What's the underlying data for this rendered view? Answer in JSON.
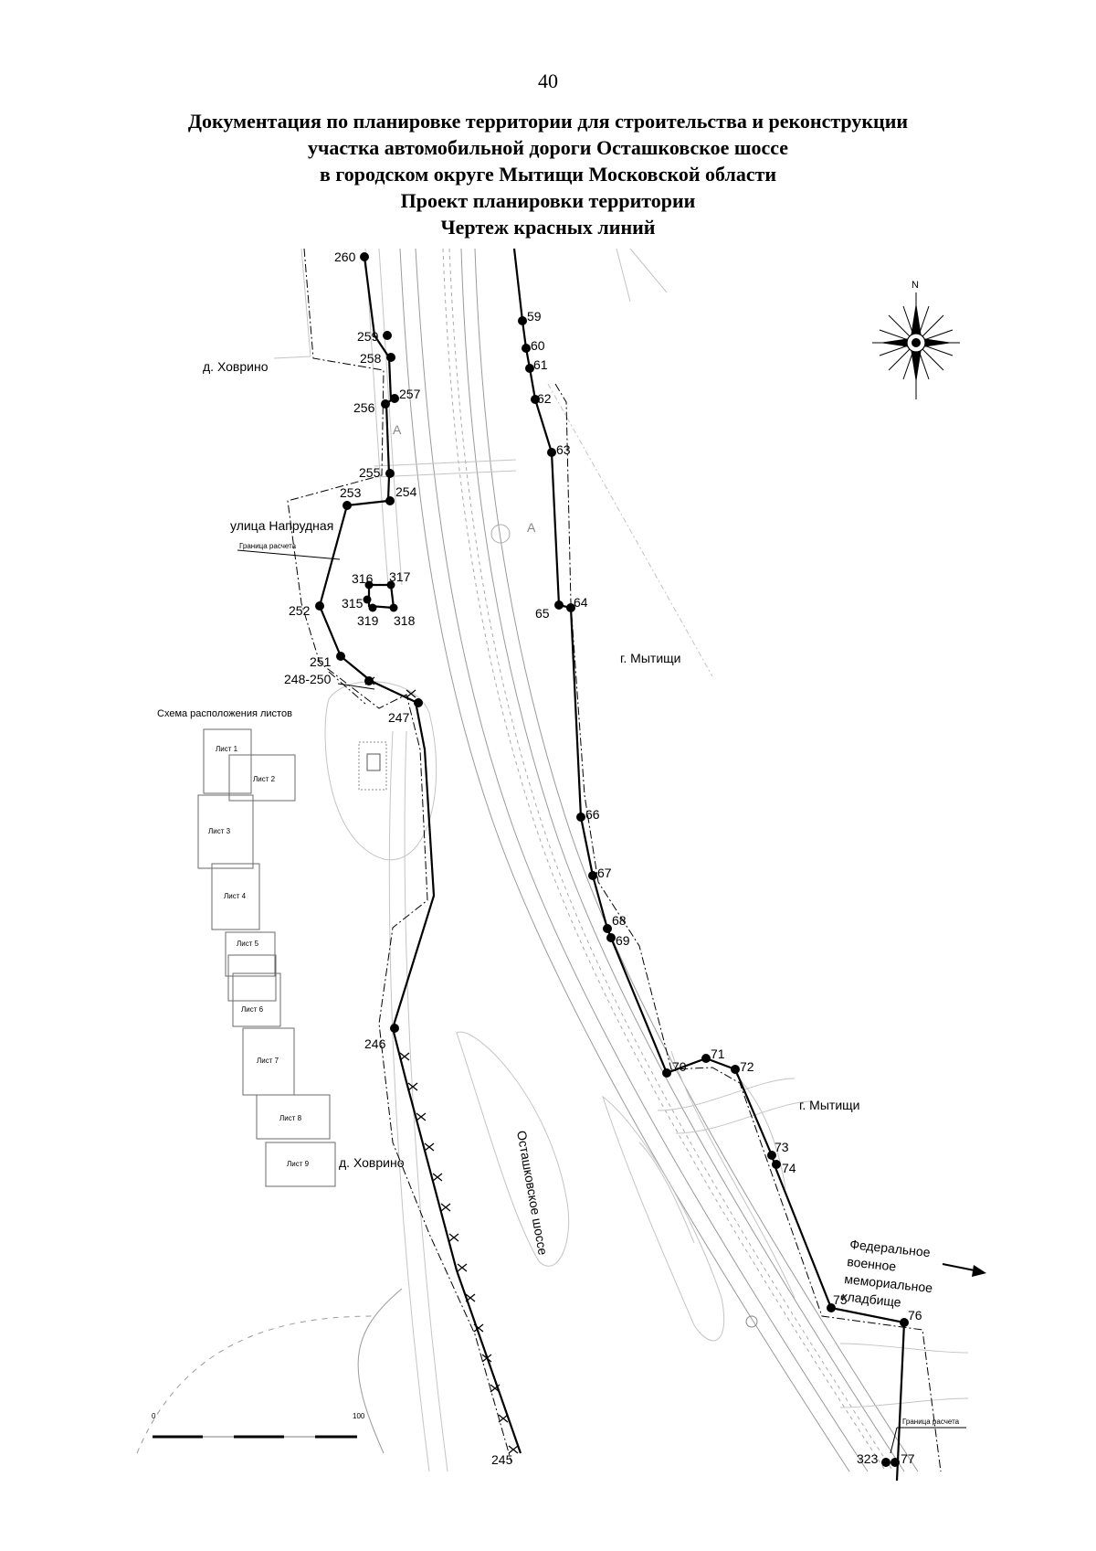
{
  "page_number": "40",
  "title_lines": [
    "Документация по планировке территории для строительства и реконструкции",
    "участка автомобильной дороги Осташковское шоссе",
    "в городском округе Мытищи Московской области",
    "Проект планировки территории",
    "Чертеж красных линий"
  ],
  "compass": {
    "north_label": "N"
  },
  "places": {
    "khovrino_top": "д. Ховрино",
    "khovrino_bottom": "д. Ховрино",
    "mytishchi_mid": "г. Мытищи",
    "mytishchi_low": "г. Мытищи",
    "street": "улица Напрудная",
    "road": "Осташковское шоссе",
    "cemetery": [
      "Федеральное",
      "военное",
      "мемориальное",
      "кладбище"
    ]
  },
  "boundary_labels": {
    "calc_boundary_left": "Граница расчета",
    "calc_boundary_right": "Граница расчета"
  },
  "sheet_scheme": {
    "title": "Схема расположения листов",
    "sheets": [
      "Лист 1",
      "Лист 2",
      "Лист 3",
      "Лист 4",
      "Лист 5",
      "Лист 6",
      "Лист 7",
      "Лист 8",
      "Лист 9"
    ]
  },
  "scale_bar": {
    "start_label": "0",
    "end_label": "100"
  },
  "points_left": [
    "260",
    "259",
    "258",
    "257",
    "256",
    "255",
    "254",
    "253",
    "252",
    "251",
    "248-250",
    "247",
    "246",
    "245"
  ],
  "points_square": [
    "316",
    "317",
    "315",
    "319",
    "318"
  ],
  "points_right": [
    "59",
    "60",
    "61",
    "62",
    "63",
    "64",
    "65",
    "66",
    "67",
    "68",
    "69",
    "70",
    "71",
    "72",
    "73",
    "74",
    "75",
    "76",
    "77",
    "323"
  ]
}
